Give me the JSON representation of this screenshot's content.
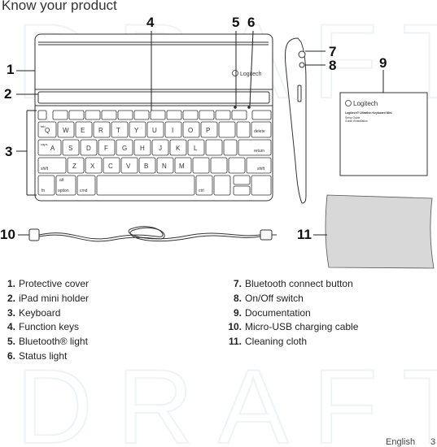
{
  "page": {
    "title": "Know your product",
    "footer": {
      "language": "English",
      "page_number": "3"
    }
  },
  "callouts": [
    "1",
    "2",
    "3",
    "4",
    "5",
    "6",
    "7",
    "8",
    "9",
    "10",
    "11"
  ],
  "legend": {
    "left": [
      {
        "num": "1.",
        "label": "Protective cover"
      },
      {
        "num": "2.",
        "label": "iPad mini holder"
      },
      {
        "num": "3.",
        "label": "Keyboard"
      },
      {
        "num": "4.",
        "label": "Function keys"
      },
      {
        "num": "5.",
        "label": "Bluetooth® light"
      },
      {
        "num": "6.",
        "label": "Status light"
      }
    ],
    "right": [
      {
        "num": "7.",
        "label": "Bluetooth connect button"
      },
      {
        "num": "8.",
        "label": "On/Off switch"
      },
      {
        "num": "9.",
        "label": "Documentation"
      },
      {
        "num": "10.",
        "label": "Micro-USB charging cable"
      },
      {
        "num": "11.",
        "label": "Cleaning cloth"
      }
    ]
  },
  "device": {
    "brand": "Logitech",
    "doc_brand": "Logitech",
    "doc_title": "Logitech® Ultrathin Keyboard Mini",
    "doc_lines": [
      "Setup Guide",
      "Guide d'installation"
    ]
  },
  "keyboard": {
    "row1": [
      "Q",
      "W",
      "E",
      "R",
      "T",
      "Y",
      "U",
      "I",
      "O",
      "P"
    ],
    "row2": [
      "A",
      "S",
      "D",
      "F",
      "G",
      "H",
      "J",
      "K",
      "L"
    ],
    "row3": [
      "Z",
      "X",
      "C",
      "V",
      "B",
      "N",
      "M"
    ],
    "delete": "delete",
    "return": "return",
    "shift": "shift",
    "fn": "fn",
    "option": "option",
    "alt": "alt",
    "cmd": "cmd",
    "ctrl": "ctrl",
    "tab_hint": "tab",
    "caps_hint": "caps"
  }
}
